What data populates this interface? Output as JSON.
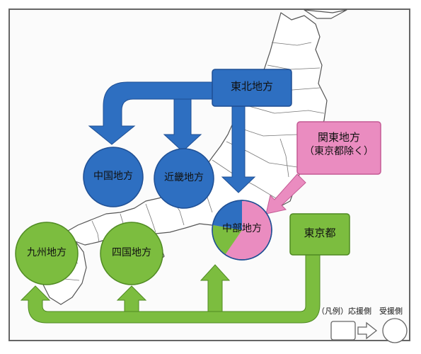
{
  "regions": {
    "tohoku": "東北地方",
    "chugoku": "中国地方",
    "kinki": "近畿地方",
    "chubu": "中部地方",
    "kanto": "関東地方",
    "kanto_note": "（東京都除く）",
    "tokyo": "東京都",
    "kyushu": "九州地方",
    "shikoku": "四国地方"
  },
  "legend": {
    "title": "（凡例）応援側　受援側"
  },
  "colors": {
    "support_blue": "#2e6fc1",
    "support_blue_dark": "#1f4f94",
    "support_green": "#7cbd3f",
    "support_green_dark": "#4f8a22",
    "pink": "#ea8cc0",
    "pink_dark": "#c45a94",
    "map_line": "#555555"
  },
  "icons": [
    "map-of-japan-outline",
    "arrow-icon",
    "legend-rect-icon",
    "legend-arrow-icon",
    "legend-circle-icon"
  ]
}
